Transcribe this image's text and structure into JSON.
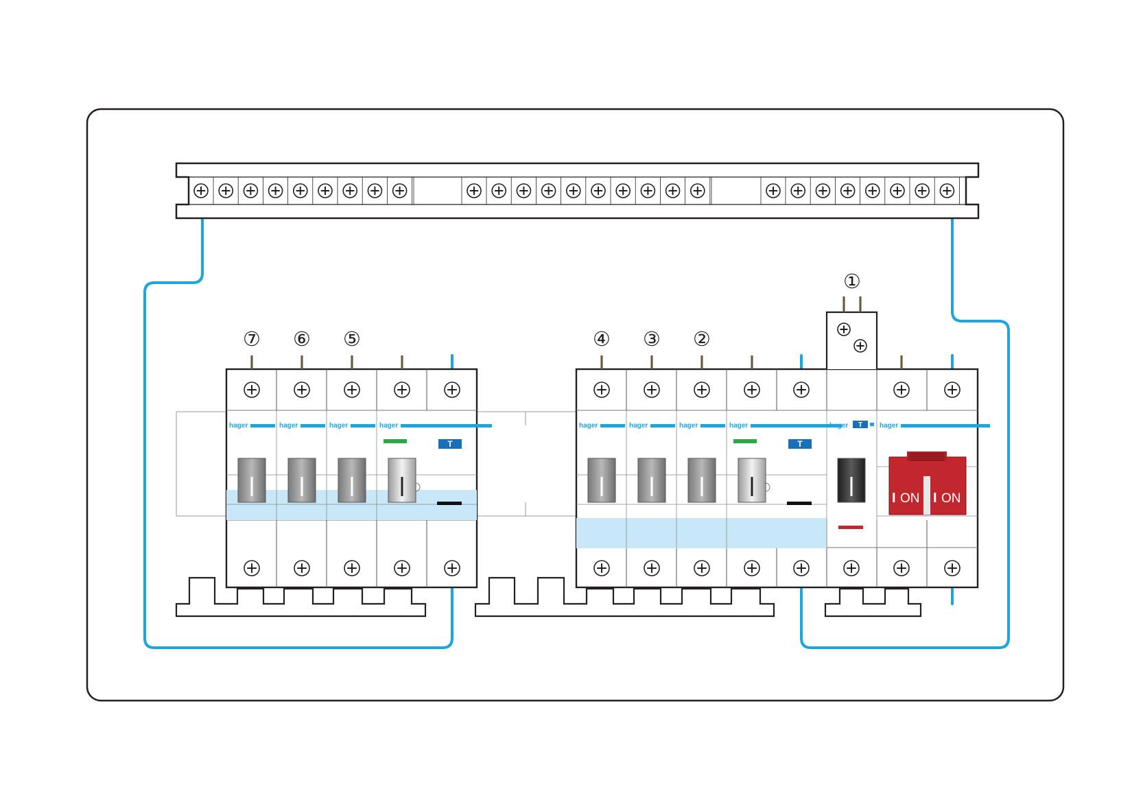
{
  "diagram": {
    "brand_label": "hager",
    "test_button_label": "T",
    "handle_symbol": "I",
    "switch_on_label": "ON",
    "circuit_numbers": [
      "⑦",
      "⑥",
      "⑤",
      "④",
      "③",
      "②",
      "①"
    ]
  },
  "colors": {
    "wire": "#1ea5dc",
    "din_band": "#c8e8f8",
    "switch_red": "#c1272d",
    "test_blue": "#1a70b8",
    "indicator_green": "#2aa84a",
    "outline": "#231f20",
    "terminal_stub": "#6b5a3c"
  }
}
